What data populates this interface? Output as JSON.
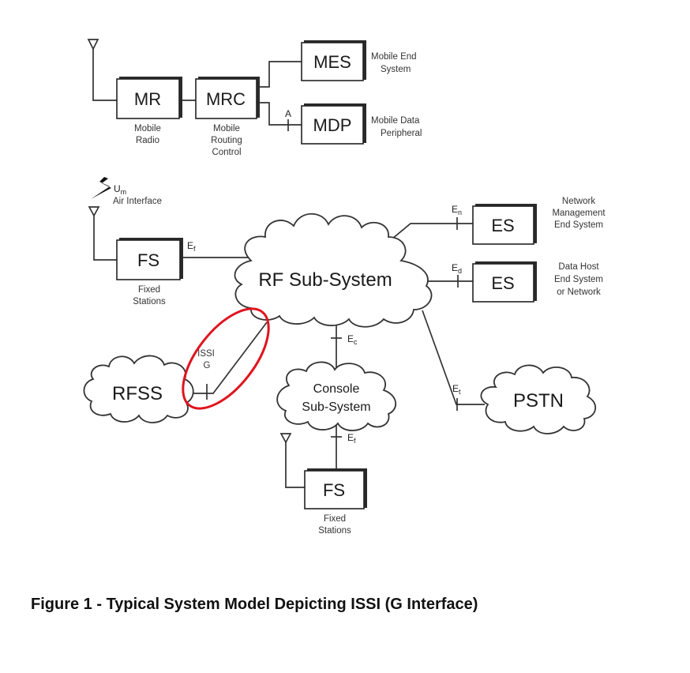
{
  "nodes": {
    "mr": {
      "label": "MR",
      "caption": [
        "Mobile",
        "Radio"
      ]
    },
    "mrc": {
      "label": "MRC",
      "caption": [
        "Mobile",
        "Routing",
        "Control"
      ]
    },
    "mes": {
      "label": "MES",
      "caption": [
        "Mobile End",
        "System"
      ]
    },
    "mdp": {
      "label": "MDP",
      "caption": [
        "Mobile Data",
        "Peripheral"
      ]
    },
    "fs_top": {
      "label": "FS",
      "caption": [
        "Fixed",
        "Stations"
      ]
    },
    "es_nm": {
      "label": "ES",
      "caption": [
        "Network",
        "Management",
        "End System"
      ]
    },
    "es_dh": {
      "label": "ES",
      "caption": [
        "Data Host",
        "End System",
        "or Network"
      ]
    },
    "fs_bottom": {
      "label": "FS",
      "caption": [
        "Fixed",
        "Stations"
      ]
    }
  },
  "clouds": {
    "rf": {
      "label": "RF Sub-System"
    },
    "rfss": {
      "label": "RFSS"
    },
    "console": {
      "label": [
        "Console",
        "Sub-System"
      ]
    },
    "pstn": {
      "label": "PSTN"
    }
  },
  "interfaces": {
    "a": "A",
    "um_main": "U",
    "um_sub": "m",
    "air": "Air Interface",
    "ef_top_main": "E",
    "ef_top_sub": "f",
    "en_main": "E",
    "en_sub": "n",
    "ed_main": "E",
    "ed_sub": "d",
    "ec_main": "E",
    "ec_sub": "c",
    "et_main": "E",
    "et_sub": "t",
    "ef_bottom_main": "E",
    "ef_bottom_sub": "f",
    "issi": [
      "ISSI",
      "G"
    ]
  },
  "highlight_color": "#e0141e",
  "caption": "Figure 1 - Typical System Model Depicting ISSI  (G Interface)"
}
